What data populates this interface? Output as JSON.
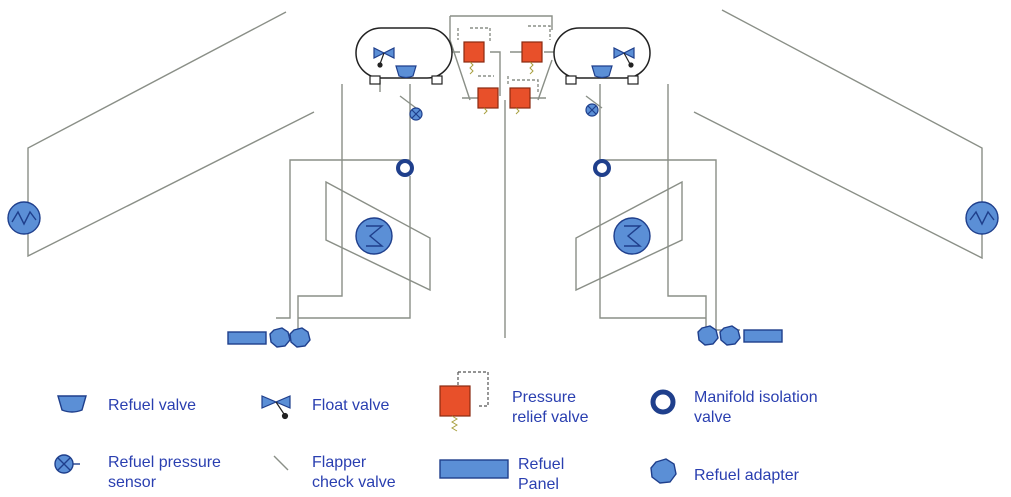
{
  "legend": {
    "refuel_valve": "Refuel valve",
    "float_valve": "Float valve",
    "pressure_relief_valve": "Pressure\nrelief valve",
    "manifold_isolation_valve": "Manifold isolation\nvalve",
    "refuel_pressure_sensor": "Refuel pressure\nsensor",
    "flapper_check_valve": "Flapper\ncheck valve",
    "refuel_panel": "Refuel\nPanel",
    "refuel_adapter": "Refuel adapter"
  },
  "colors": {
    "line": "#8a8f87",
    "outline": "#222222",
    "component_fill": "#5b8fd6",
    "component_stroke": "#1f3f8c",
    "relief_fill": "#e8502a",
    "relief_stroke": "#8a2a10",
    "label": "#2a3fb0"
  }
}
